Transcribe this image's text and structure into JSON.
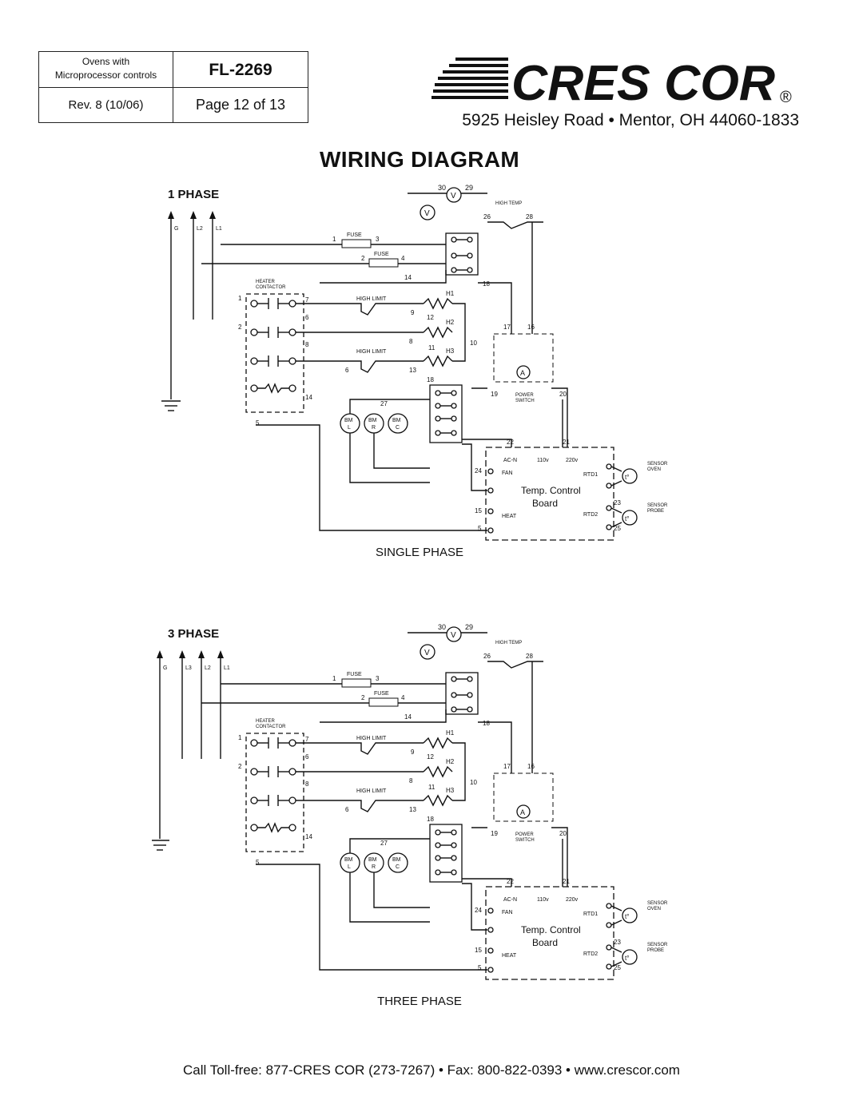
{
  "header": {
    "doc_type_line1": "Ovens with",
    "doc_type_line2": "Microprocessor controls",
    "doc_number": "FL-2269",
    "revision": "Rev. 8 (10/06)",
    "page": "Page 12 of 13"
  },
  "brand": {
    "logo_text": "CRES COR",
    "registered_mark": "®",
    "address": "5925 Heisley Road • Mentor, OH 44060-1833"
  },
  "title": "WIRING DIAGRAM",
  "diagrams": [
    {
      "heading": "1 PHASE",
      "caption": "SINGLE PHASE",
      "lines": [
        "G",
        "L2",
        "L1"
      ]
    },
    {
      "heading": "3 PHASE",
      "caption": "THREE PHASE",
      "lines": [
        "G",
        "L3",
        "L2",
        "L1"
      ]
    }
  ],
  "labels": {
    "fuse": "FUSE",
    "heater_contactor_1": "HEATER",
    "heater_contactor_2": "CONTACTOR",
    "high_limit": "HIGH LIMIT",
    "high_temp": "HIGH TEMP",
    "power_switch_1": "POWER",
    "power_switch_2": "SWITCH",
    "board_1": "Temp. Control",
    "board_2": "Board",
    "ac_n": "AC-N",
    "v110": "110v",
    "v220": "220v",
    "fan": "FAN",
    "heat": "HEAT",
    "rtd1": "RTD1",
    "rtd2": "RTD2",
    "sensor_oven_1": "SENSOR",
    "sensor_oven_2": "OVEN",
    "sensor_probe_1": "SENSOR",
    "sensor_probe_2": "PROBE",
    "h1": "H1",
    "h2": "H2",
    "h3": "H3",
    "volt": "V",
    "amp": "A",
    "bm": "BM",
    "bm_l": "L",
    "bm_r": "R",
    "bm_c": "C",
    "t": "t°"
  },
  "wire_numbers": [
    "1",
    "2",
    "3",
    "4",
    "5",
    "6",
    "7",
    "8",
    "9",
    "10",
    "11",
    "12",
    "13",
    "14",
    "15",
    "16",
    "17",
    "18",
    "19",
    "20",
    "21",
    "22",
    "23",
    "24",
    "25",
    "26",
    "27",
    "28",
    "29",
    "30"
  ],
  "footer": "Call Toll-free: 877-CRES COR (273-7267) • Fax: 800-822-0393 • www.crescor.com"
}
